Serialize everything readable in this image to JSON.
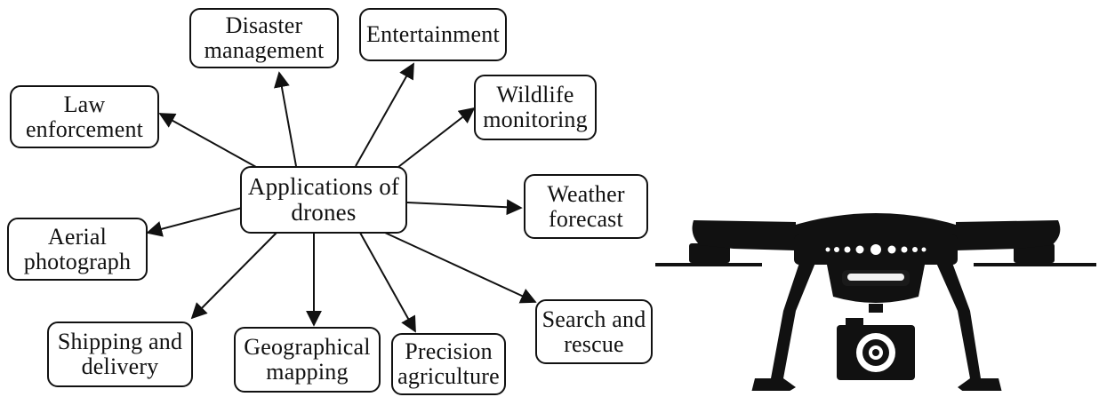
{
  "diagram": {
    "center": {
      "label": "Applications of\ndrones"
    },
    "nodes": {
      "disaster": "Disaster\nmanagement",
      "entertainment": "Entertainment",
      "law": "Law\nenforcement",
      "wildlife": "Wildlife\nmonitoring",
      "weather": "Weather\nforecast",
      "aerial": "Aerial\nphotograph",
      "search": "Search and\nrescue",
      "shipping": "Shipping and\ndelivery",
      "geo": "Geographical\nmapping",
      "precision": "Precision\nagriculture"
    }
  },
  "illustration": {
    "subject": "quadcopter-drone-with-camera",
    "color": "#111111"
  }
}
